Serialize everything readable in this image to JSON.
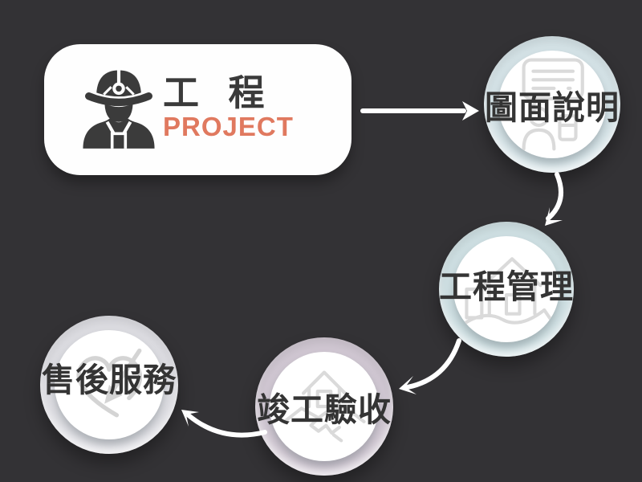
{
  "background_color": "#333235",
  "text_color": "#3a3a3a",
  "arrow_color": "#ffffff",
  "card": {
    "title": "工 程",
    "subtitle": "PROJECT",
    "subtitle_color": "#e0795f",
    "icon": "construction-worker-icon"
  },
  "nodes": [
    {
      "label": "圖面說明",
      "icon": "presentation-board-icon",
      "ring_color": "#d3e1e5"
    },
    {
      "label": "工程管理",
      "icon": "house-in-hand-icon",
      "ring_color": "#cddee1"
    },
    {
      "label": "竣工驗收",
      "icon": "building-handshake-icon",
      "ring_color": "#cfc6d1"
    },
    {
      "label": "售後服務",
      "icon": "heart-arrow-icon",
      "ring_color": "#dbdbe0"
    }
  ],
  "flow_order": [
    "工程 PROJECT",
    "圖面說明",
    "工程管理",
    "竣工驗收",
    "售後服務"
  ]
}
